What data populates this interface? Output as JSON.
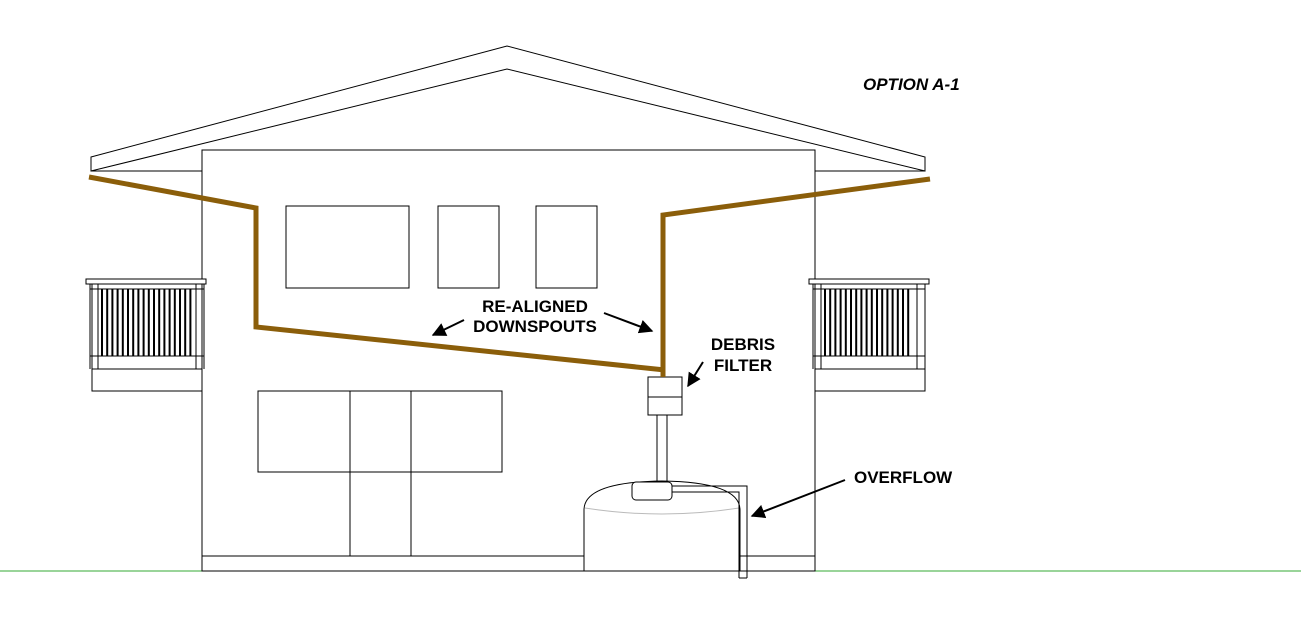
{
  "title": "OPTION A-1",
  "labels": {
    "downspouts_line1": "RE-ALIGNED",
    "downspouts_line2": "DOWNSPOUTS",
    "filter_line1": "DEBRIS",
    "filter_line2": "FILTER",
    "overflow": "OVERFLOW"
  },
  "colors": {
    "downspout": "#8B5E0A",
    "ground": "#33aa33",
    "outline": "#000000"
  }
}
